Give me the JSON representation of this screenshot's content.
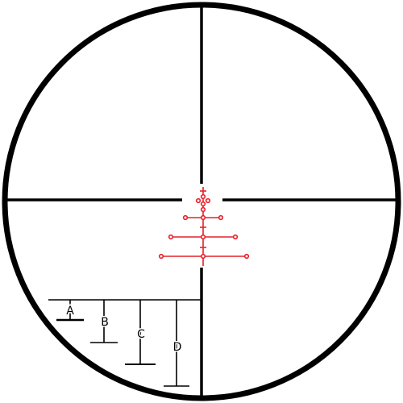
{
  "colors": {
    "background": "#ffffff",
    "reticle": "#000000",
    "illuminated": "#e8202a"
  },
  "rangefinder": {
    "labels": [
      "A",
      "B",
      "C",
      "D"
    ]
  }
}
